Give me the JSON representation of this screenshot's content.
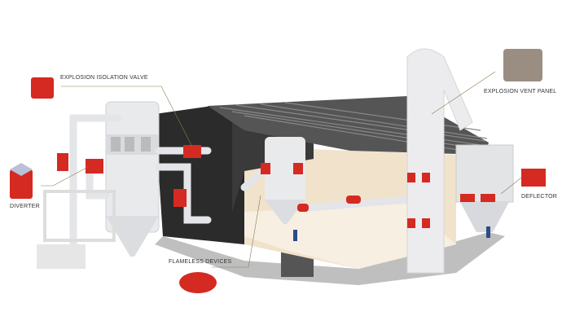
{
  "labels": {
    "isolation_valve": "EXPLOSION ISOLATION VALVE",
    "diverter": "DIVERTER",
    "flameless": "FLAMELESS DEVICES",
    "vent_panel": "EXPLOSION VENT PANEL",
    "deflector": "DEFLECTOR"
  },
  "colors": {
    "red": "#d42a22",
    "wall": "#2b2b2b",
    "floor": "#f1e2cc",
    "equipment": "#e9eaec"
  }
}
